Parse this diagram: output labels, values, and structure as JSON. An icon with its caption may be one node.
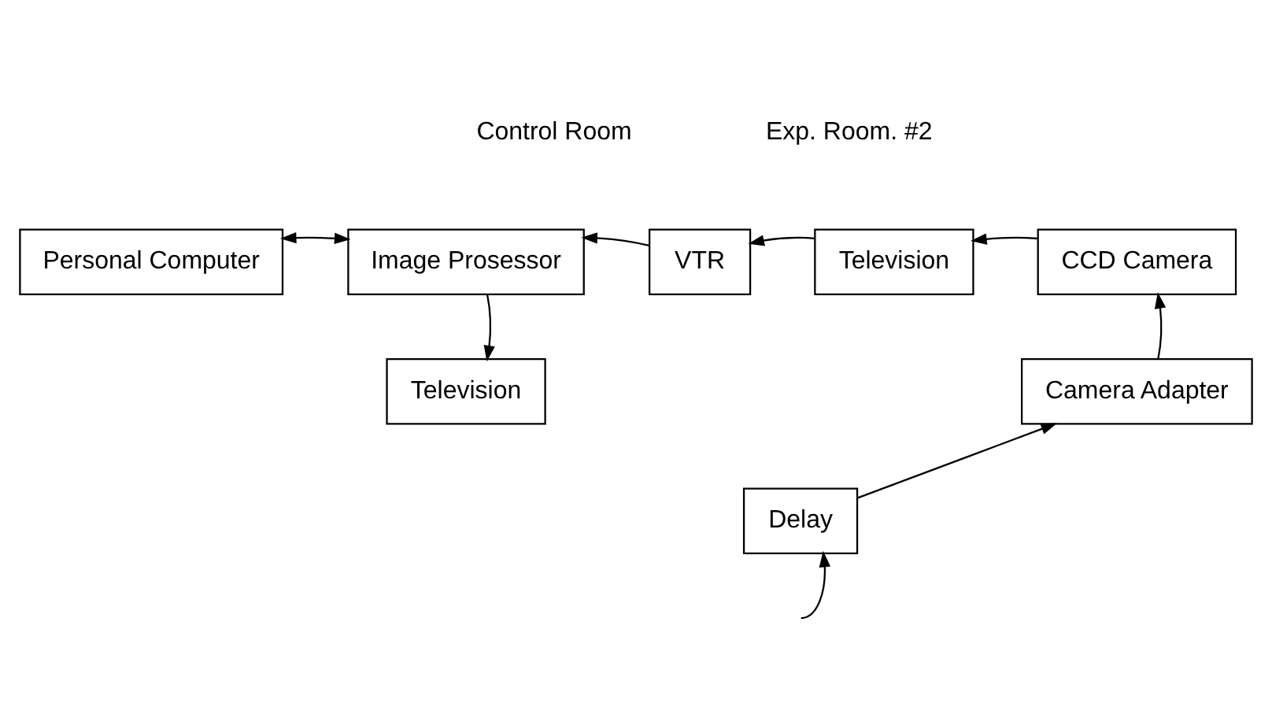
{
  "diagram": {
    "nodes": [
      {
        "text": [
          "Personal Computer"
        ]
      },
      {
        "text": [
          "Image Prosessor"
        ]
      },
      {
        "text": [
          "VTR"
        ]
      },
      {
        "text": [
          "Television"
        ]
      },
      {
        "text": [
          "CCD Camera"
        ]
      },
      {
        "text": [
          "Television"
        ]
      },
      {
        "text": [
          "Camera Adapter"
        ]
      },
      {
        "text": [
          "Delay"
        ]
      }
    ],
    "edges": [
      {
        "from": 0,
        "to": 1,
        "arrow": "both"
      },
      {
        "from": 2,
        "to": 1,
        "arrow": "to"
      },
      {
        "from": 3,
        "to": 2,
        "arrow": "to"
      },
      {
        "from": 4,
        "to": 3,
        "arrow": "to"
      },
      {
        "from": 1,
        "to": 5,
        "arrow": "to"
      },
      {
        "from": 6,
        "to": 4,
        "arrow": "to"
      },
      {
        "from": 7,
        "to": 6,
        "arrow": "to"
      },
      {
        "from": null,
        "to": 7,
        "arrow": "to"
      }
    ],
    "labels": [
      "Control Room",
      "Exp. Room. #2"
    ]
  }
}
